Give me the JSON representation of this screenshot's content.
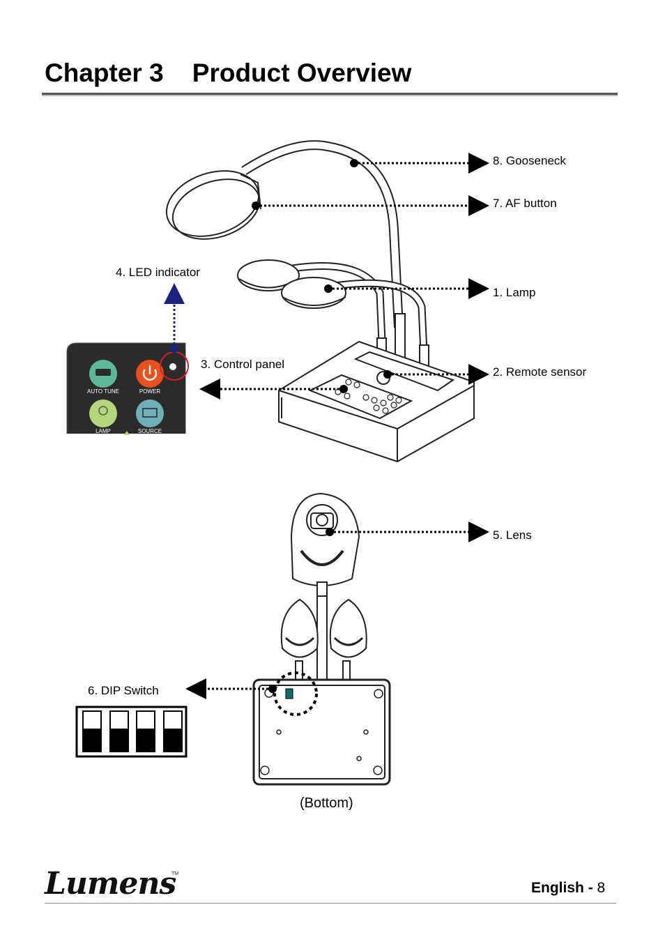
{
  "page": {
    "chapter_title": "Chapter 3    Product Overview"
  },
  "labels": {
    "gooseneck": "8. Gooseneck",
    "af_button": "7. AF button",
    "led_indicator": "4. LED indicator",
    "lamp": "1. Lamp",
    "control_panel": "3. Control panel",
    "remote_sensor": "2. Remote sensor",
    "lens": "5. Lens",
    "dip_switch": "6. DIP Switch",
    "bottom_caption": "(Bottom)"
  },
  "control_panel_buttons": {
    "auto_tune": "AUTO TUNE",
    "power": "POWER",
    "lamp": "LAMP",
    "source": "SOURCE"
  },
  "footer": {
    "brand": "Lumens",
    "trademark": "TM",
    "language": "English",
    "separator": "-",
    "page_number": "8"
  },
  "colors": {
    "auto_tune_button": "#5db89a",
    "power_button": "#e8501e",
    "lamp_button": "#b5d67a",
    "source_button": "#6fb0b8",
    "led_circle": "#d42020",
    "led_arrow": "#1a237e"
  }
}
